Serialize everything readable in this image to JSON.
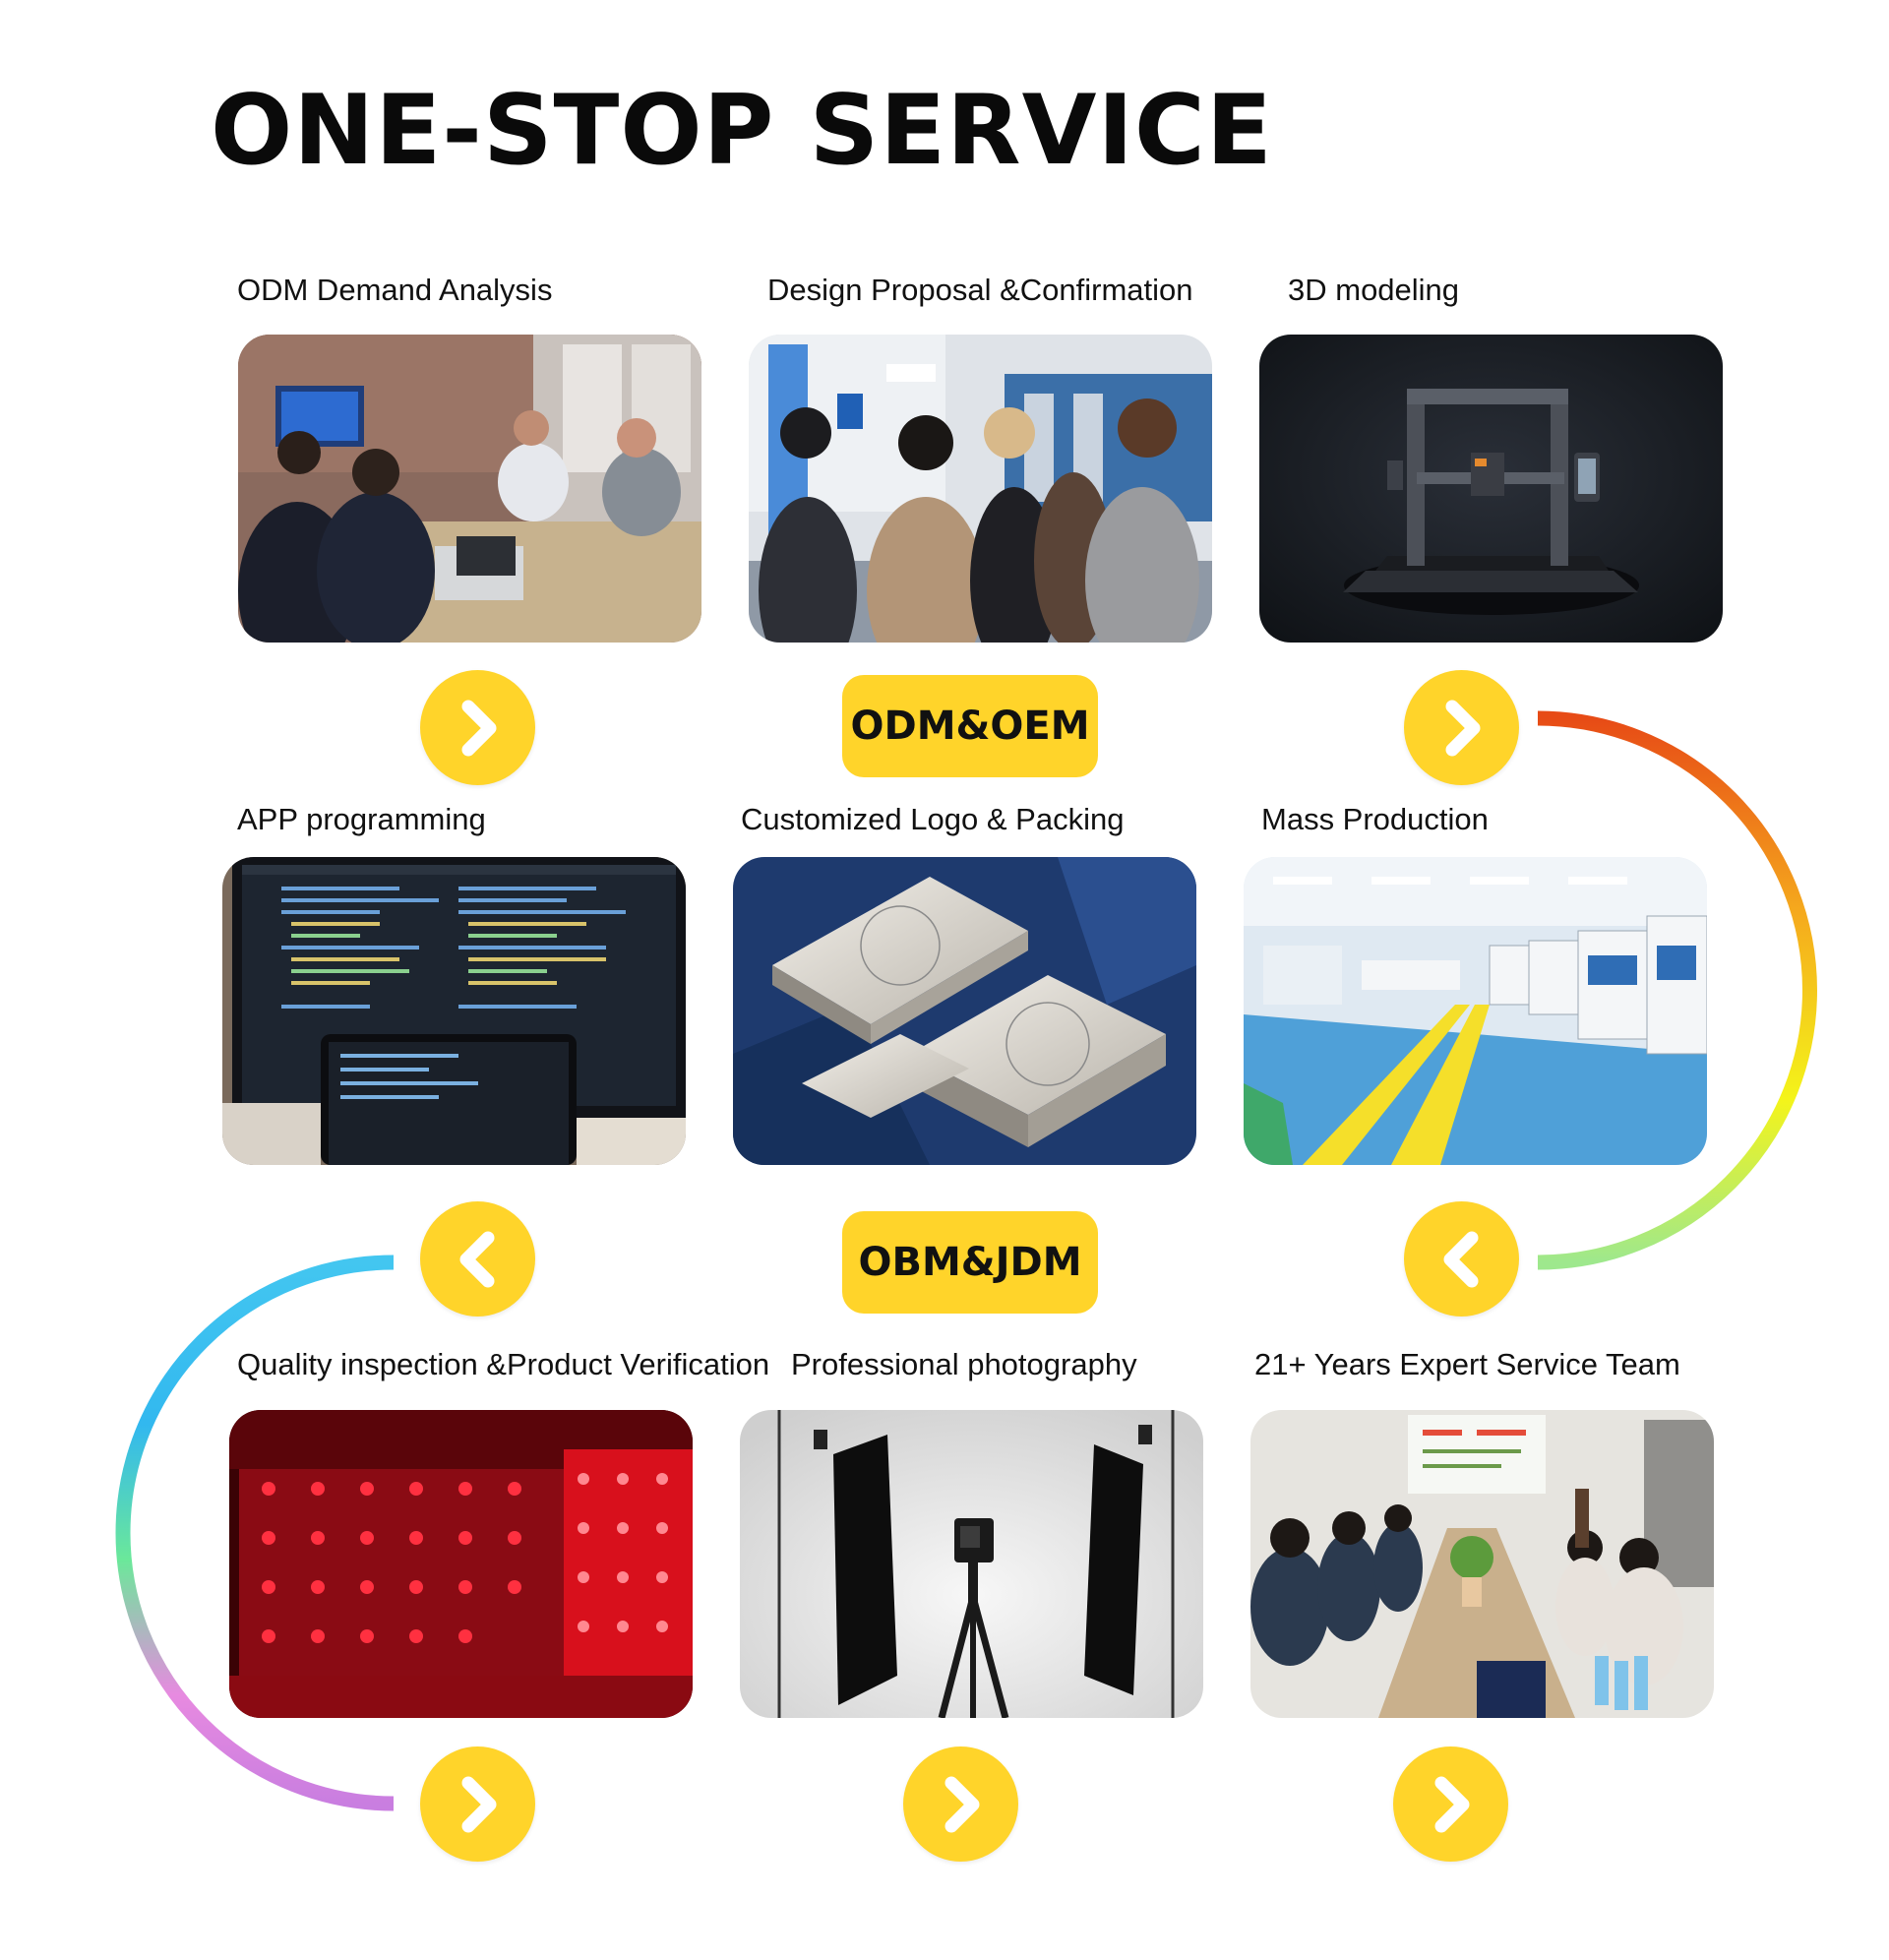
{
  "title": "ONE-STOP SERVICE",
  "steps": [
    {
      "label": "ODM Demand Analysis",
      "icon": "meeting-photo"
    },
    {
      "label": "Design Proposal &Confirmation",
      "icon": "factory-visit-photo"
    },
    {
      "label": "3D modeling",
      "icon": "3d-printer-photo"
    },
    {
      "label": "APP programming",
      "icon": "code-monitor-photo"
    },
    {
      "label": "Customized Logo & Packing",
      "icon": "packaging-box-photo"
    },
    {
      "label": "Mass Production",
      "icon": "production-line-photo"
    },
    {
      "label": "Quality inspection &Product Verification",
      "icon": "red-light-testing-photo"
    },
    {
      "label": "Professional photography",
      "icon": "photo-studio-photo"
    },
    {
      "label": "21+ Years Expert Service Team",
      "icon": "team-training-photo"
    }
  ],
  "badges": {
    "top": "ODM&OEM",
    "middle": "OBM&JDM"
  },
  "colors": {
    "accent": "#ffd42a",
    "line_top": "#e8611a",
    "line_middle": "#7fe0c9",
    "line_bottom": "#c78ee0"
  }
}
